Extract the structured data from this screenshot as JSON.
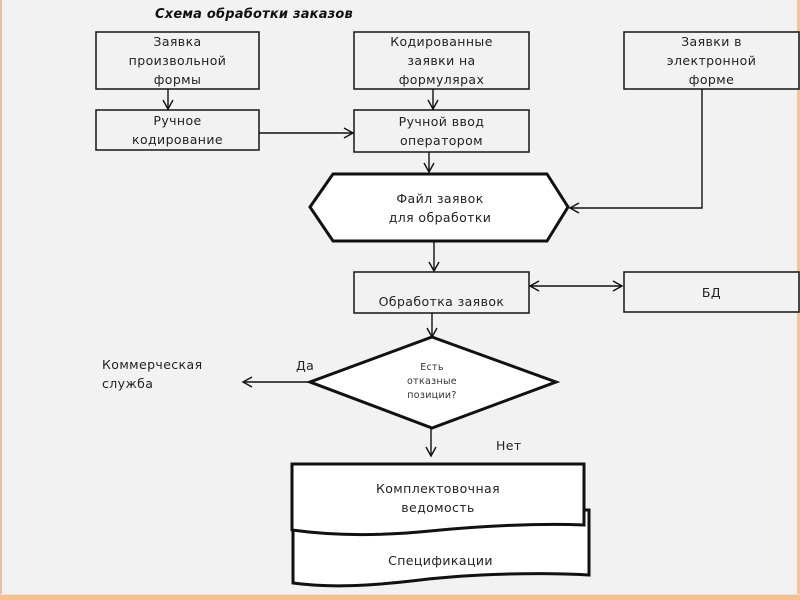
{
  "title": "Схема обработки заказов",
  "nodes": {
    "free_form_request": "Заявка\nпроизвольной\nформы",
    "coded_requests": "Кодированные\nзаявки на\nформулярах",
    "electronic_requests": "Заявки в\nэлектронной\nформе",
    "manual_coding": "Ручное\nкодирование",
    "manual_operator_input": "Ручной ввод\nоператором",
    "requests_file": "Файл заявок\nдля обработки",
    "request_processing": "Обработка заявок",
    "database": "БД",
    "decision": "Есть\nотказные\nпозиции?",
    "commercial_service": "Коммерческая\nслужба",
    "picking_list": "Комплектовочная\nведомость",
    "specifications": "Спецификации"
  },
  "edges": {
    "yes_label": "Да",
    "no_label": "Нет"
  },
  "colors": {
    "background": "#f2f2f2",
    "stroke": "#111111",
    "shape_fill": "#ffffff",
    "frame_accent": "#f8c08c"
  }
}
